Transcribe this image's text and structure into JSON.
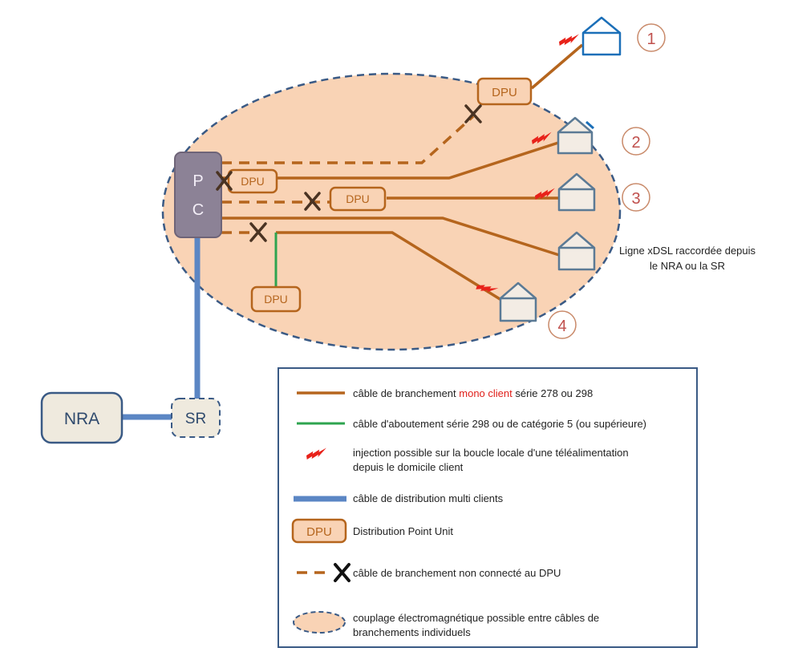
{
  "colors": {
    "zone_fill": "#f9d3b5",
    "zone_stroke": "#3a5a85",
    "branch_cable": "#b5651d",
    "abutment_cable": "#2ea44f",
    "distribution_cable": "#5b86c4",
    "injection": "#e8221a",
    "cross": "#4a3322",
    "house_blue": "#1b6fb8",
    "house_grey": "#5b7a95",
    "pc_box": "#8c8296",
    "box_beige": "#efeade",
    "number": "#c0504d"
  },
  "diagram": {
    "pc": {
      "label_line1": "P",
      "label_line2": "C"
    },
    "nra": {
      "label": "NRA"
    },
    "sr": {
      "label": "SR"
    },
    "dpu_label": "DPU",
    "houses": [
      {
        "number": "1"
      },
      {
        "number": "2"
      },
      {
        "number": "3"
      },
      {
        "number": "4"
      }
    ],
    "note_line1": "Ligne xDSL raccordée depuis",
    "note_line2": "le NRA ou la SR"
  },
  "legend": {
    "items": [
      {
        "id": "mono",
        "text_before": "câble de branchement ",
        "text_highlight": "mono client",
        "text_after": " série 278 ou 298"
      },
      {
        "id": "abutment",
        "text": "câble d'aboutement série 298 ou de catégorie 5 (ou supérieure)"
      },
      {
        "id": "injection",
        "line1": "injection possible sur la boucle locale d'une téléalimentation",
        "line2": "depuis le domicile client"
      },
      {
        "id": "distribution",
        "text": "câble de distribution multi clients"
      },
      {
        "id": "dpu",
        "symbol_label": "DPU",
        "text": "Distribution Point Unit"
      },
      {
        "id": "unconnected",
        "text": "câble de branchement non connecté au DPU"
      },
      {
        "id": "coupling",
        "line1": "couplage électromagnétique possible entre câbles de",
        "line2": "branchements individuels"
      }
    ]
  }
}
